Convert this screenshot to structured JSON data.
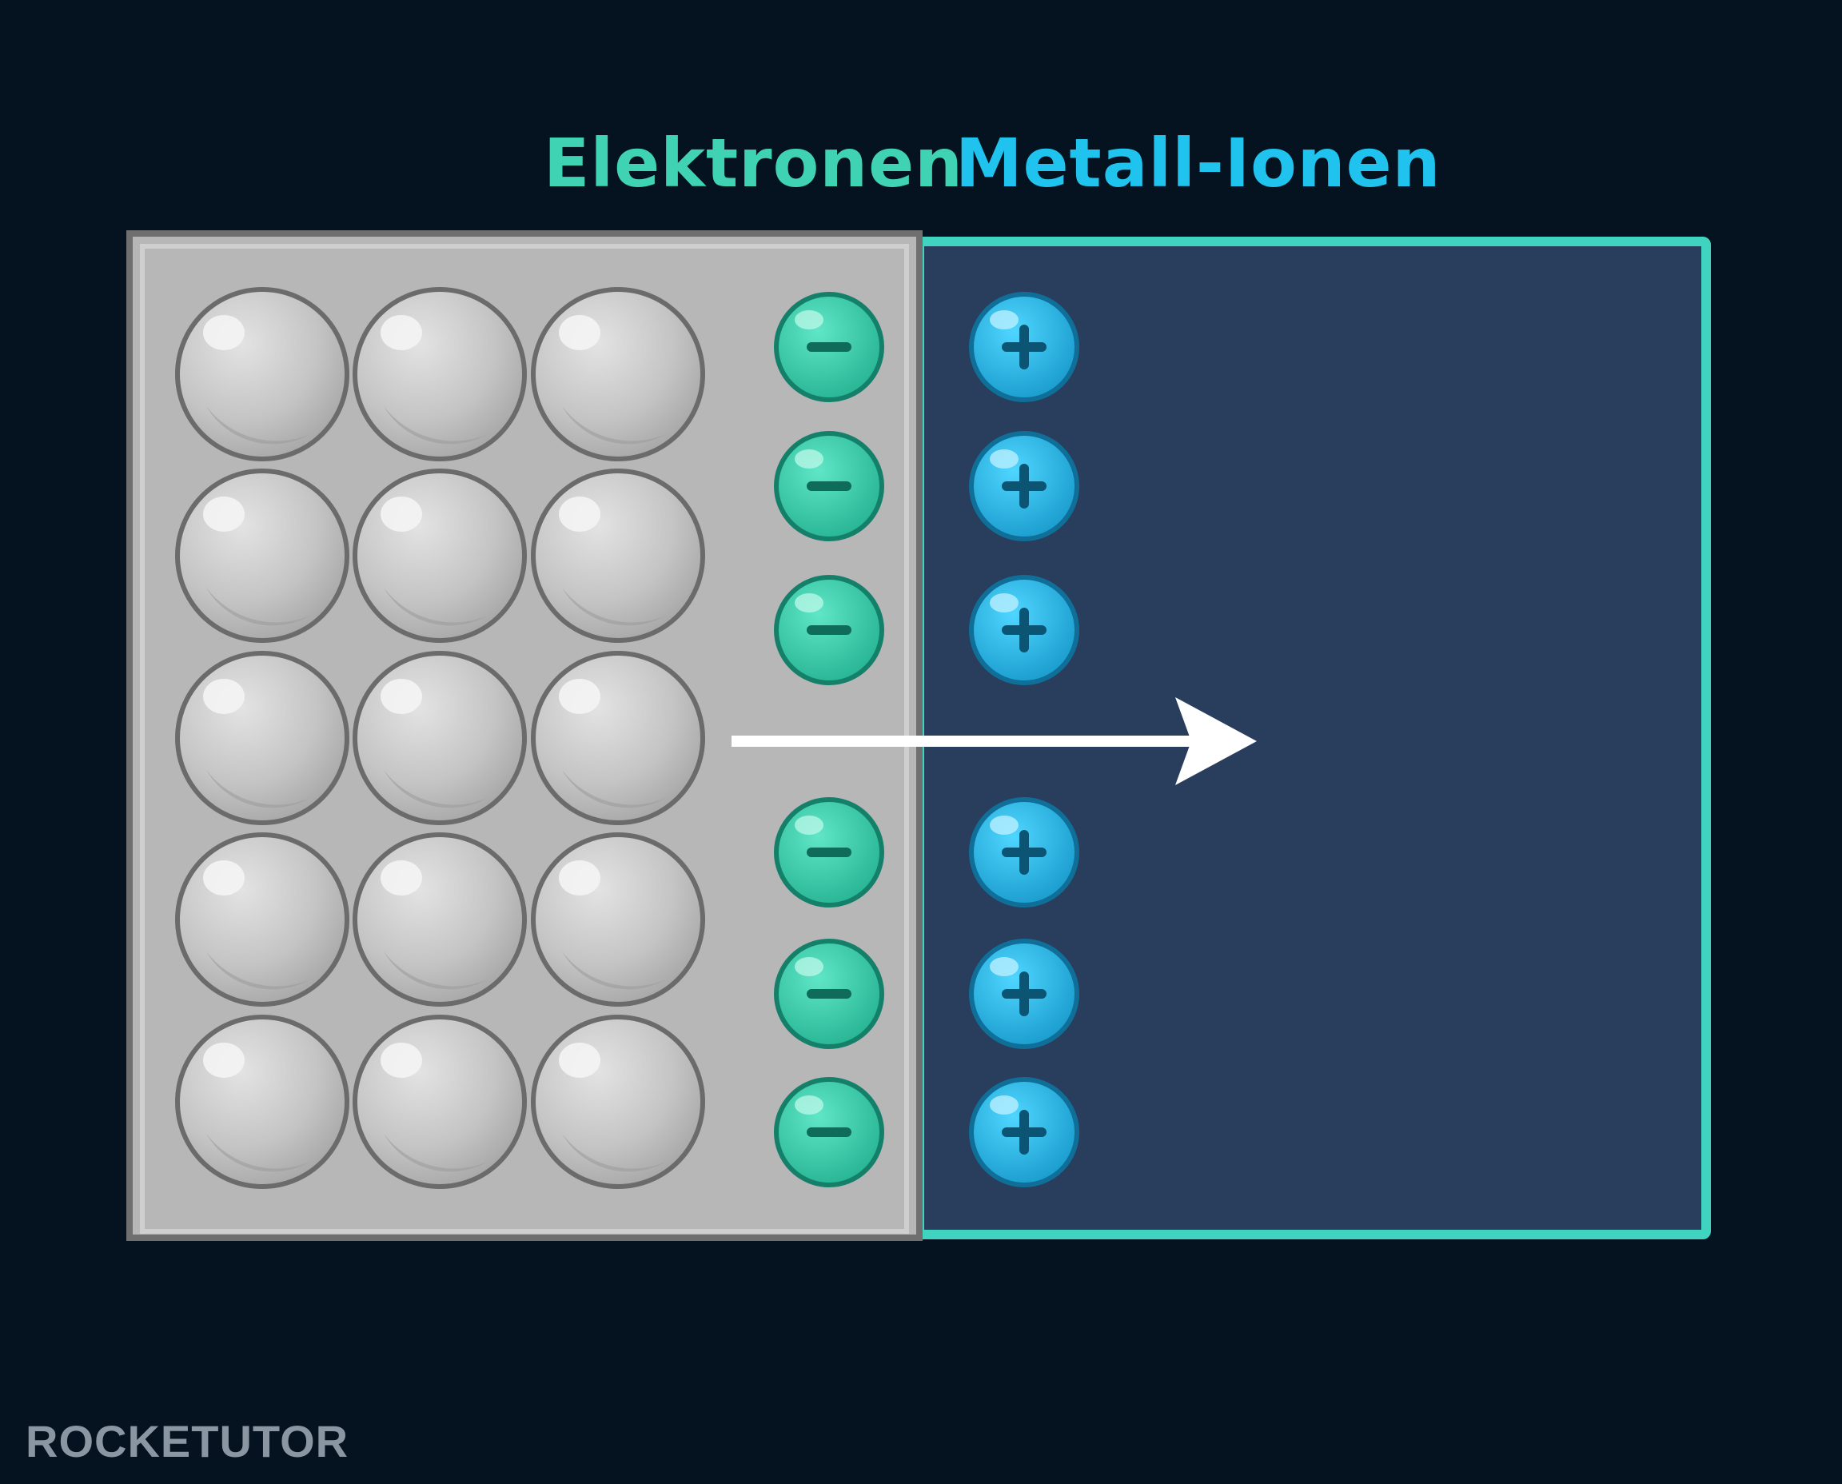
{
  "labels": {
    "electrons": "Elektronen",
    "metal_ions": "Metall-Ionen"
  },
  "logo": {
    "text": "ROCKETUTOR"
  },
  "charges": {
    "electron_symbol": "−",
    "ion_symbol": "+"
  },
  "colors": {
    "background": "#04131f",
    "metal_block": "#b7b7b7",
    "metal_atom": "#c9c9c9",
    "electron": "#32c9a6",
    "ion": "#1fb8e6",
    "solution": "#293d5c",
    "solution_border": "#3fd3c0",
    "arrow": "#ffffff"
  },
  "icons": [
    "metal-atom-icon",
    "electron-icon",
    "metal-ion-icon",
    "arrow-right-icon"
  ]
}
